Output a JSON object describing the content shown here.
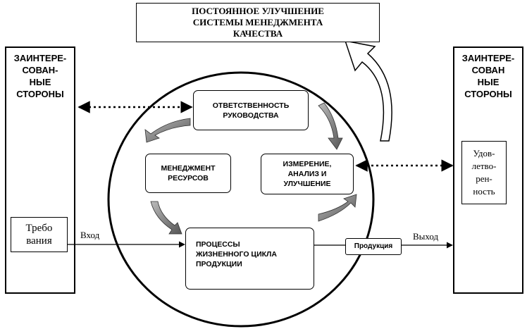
{
  "title": "ПОСТОЯННОЕ УЛУЧШЕНИЕ\nСИСТЕМЫ МЕНЕДЖМЕНТА\nКАЧЕСТВА",
  "left_stakeholders": {
    "title": "ЗАИНТЕРЕ-\nСОВАН-\nНЫЕ\nСТОРОНЫ",
    "requirements": "Требо\nвания"
  },
  "right_stakeholders": {
    "title": "ЗАИНТЕРЕ-\nСОВАН\nНЫЕ\nСТОРОНЫ",
    "satisfaction": "Удов-\nлетво-\nрен-\nность"
  },
  "processes": {
    "responsibility": "ОТВЕТСТВЕННОСТЬ\nРУКОВОДСТВА",
    "resources": "МЕНЕДЖМЕНТ\nРЕСУРСОВ",
    "measurement": "ИЗМЕРЕНИЕ,\nАНАЛИЗ И\nУЛУЧШЕНИЕ",
    "lifecycle": "ПРОЦЕССЫ\nЖИЗНЕННОГО ЦИКЛА\nПРОДУКЦИИ"
  },
  "flow": {
    "input": "Вход",
    "output": "Выход",
    "product": "Продукция"
  }
}
